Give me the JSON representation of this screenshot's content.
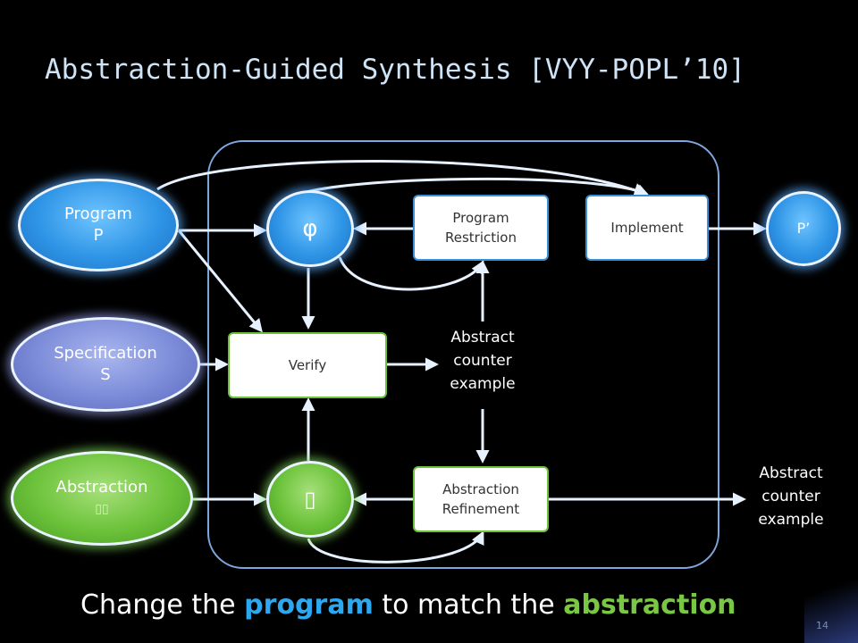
{
  "slide": {
    "title": "Abstraction-Guided Synthesis [VYY-POPL’10]",
    "page_number": "14"
  },
  "inputs": {
    "program": {
      "line1": "Program",
      "line2": "P"
    },
    "specification": {
      "line1": "Specification",
      "line2": "S"
    },
    "abstraction": {
      "line1": "Abstraction",
      "line2": "▯▯"
    }
  },
  "nodes": {
    "phi": "φ",
    "alpha": "▯",
    "output": "P’",
    "program_restriction": {
      "line1": "Program",
      "line2": "Restriction"
    },
    "implement": "Implement",
    "verify": "Verify",
    "abstraction_refinement": {
      "line1": "Abstraction",
      "line2": "Refinement"
    }
  },
  "labels": {
    "counterexample_inner": {
      "line1": "Abstract",
      "line2": "counter",
      "line3": "example"
    },
    "counterexample_outer": {
      "line1": "Abstract",
      "line2": "counter",
      "line3": "example"
    }
  },
  "caption": {
    "part1": "Change the ",
    "program_word": "program",
    "part2": " to match the ",
    "abstraction_word": "abstraction"
  },
  "colors": {
    "program_highlight": "#2ba8f0",
    "abstraction_highlight": "#79c843"
  }
}
